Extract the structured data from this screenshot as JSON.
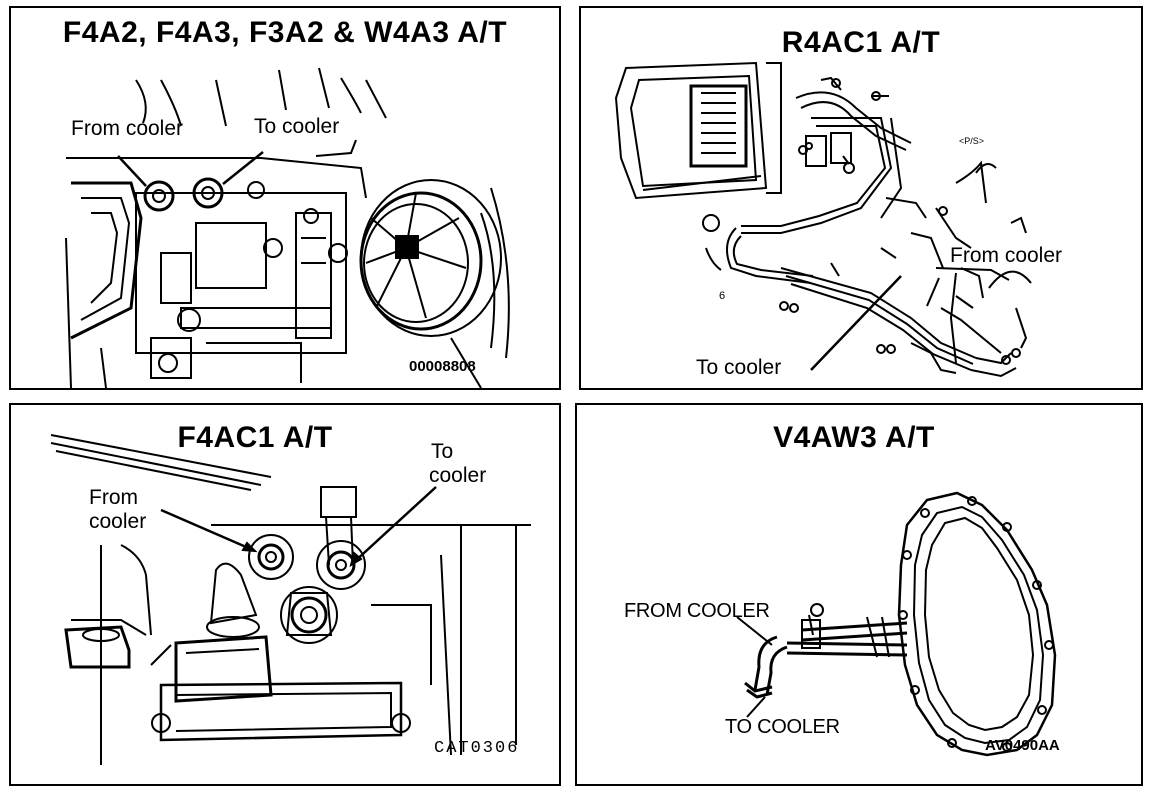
{
  "panels": {
    "p1": {
      "title": "F4A2, F4A3, F3A2 & W4A3 A/T",
      "from_label": "From cooler",
      "to_label": "To cooler",
      "code": "00008808"
    },
    "p2": {
      "title": "R4AC1 A/T",
      "from_label": "From cooler",
      "to_label": "To cooler",
      "ps_label": "<P/S>",
      "part_no": "6"
    },
    "p3": {
      "title": "F4AC1 A/T",
      "from_label_1": "From",
      "from_label_2": "cooler",
      "to_label_1": "To",
      "to_label_2": "cooler",
      "code": "CAT0306"
    },
    "p4": {
      "title": "V4AW3 A/T",
      "from_label": "FROM COOLER",
      "to_label": "TO COOLER",
      "code": "AV0490AA"
    }
  }
}
